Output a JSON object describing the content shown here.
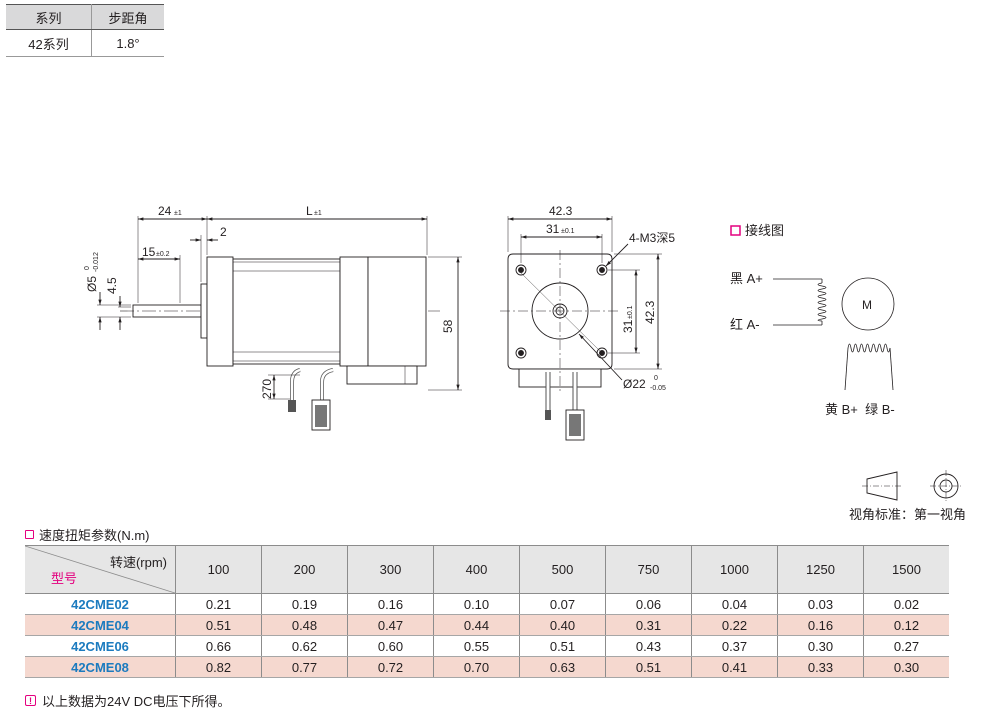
{
  "spec_table": {
    "headers": [
      "系列",
      "步距角"
    ],
    "rows": [
      [
        "42系列",
        "1.8°"
      ]
    ]
  },
  "drawing": {
    "side_view": {
      "dim_24": "24",
      "tol_24": "±1",
      "dim_L": "L",
      "tol_L": "±1",
      "dim_2": "2",
      "dim_15": "15",
      "tol_15": "±0.2",
      "dim_shaft": "Ø5",
      "tol_shaft_upper": "0",
      "tol_shaft_lower": "-0.012",
      "dim_4_5": "4.5",
      "dim_58": "58",
      "dim_270": "270"
    },
    "front_view": {
      "dim_42_3_top": "42.3",
      "dim_31_top": "31",
      "tol_31_top": "±0.1",
      "hole_label": "4-M3深5",
      "dim_31_side": "31",
      "tol_31_side": "±0.1",
      "dim_42_3_side": "42.3",
      "dim_boss": "Ø22",
      "tol_boss_upper": "0",
      "tol_boss_lower": "-0.05"
    },
    "wiring": {
      "title": "接线图",
      "a_plus": "黑 A+",
      "a_minus": "红 A-",
      "b_labels": "黄 B+  绿 B-",
      "motor": "M"
    },
    "projection_label": "视角标准：第一视角"
  },
  "torque_table": {
    "title": "速度扭矩参数(N.m)",
    "corner_top": "转速(rpm)",
    "corner_bottom": "型号",
    "speeds": [
      "100",
      "200",
      "300",
      "400",
      "500",
      "750",
      "1000",
      "1250",
      "1500"
    ],
    "rows": [
      {
        "model": "42CME02",
        "values": [
          "0.21",
          "0.19",
          "0.16",
          "0.10",
          "0.07",
          "0.06",
          "0.04",
          "0.03",
          "0.02"
        ]
      },
      {
        "model": "42CME04",
        "values": [
          "0.51",
          "0.48",
          "0.47",
          "0.44",
          "0.40",
          "0.31",
          "0.22",
          "0.16",
          "0.12"
        ]
      },
      {
        "model": "42CME06",
        "values": [
          "0.66",
          "0.62",
          "0.60",
          "0.55",
          "0.51",
          "0.43",
          "0.37",
          "0.30",
          "0.27"
        ]
      },
      {
        "model": "42CME08",
        "values": [
          "0.82",
          "0.77",
          "0.72",
          "0.70",
          "0.63",
          "0.51",
          "0.41",
          "0.33",
          "0.30"
        ]
      }
    ]
  },
  "note": "以上数据为24V DC电压下所得。",
  "colors": {
    "accent": "#e4007f",
    "model_blue": "#1c7bbf",
    "row_highlight": "#f5d8cf"
  }
}
